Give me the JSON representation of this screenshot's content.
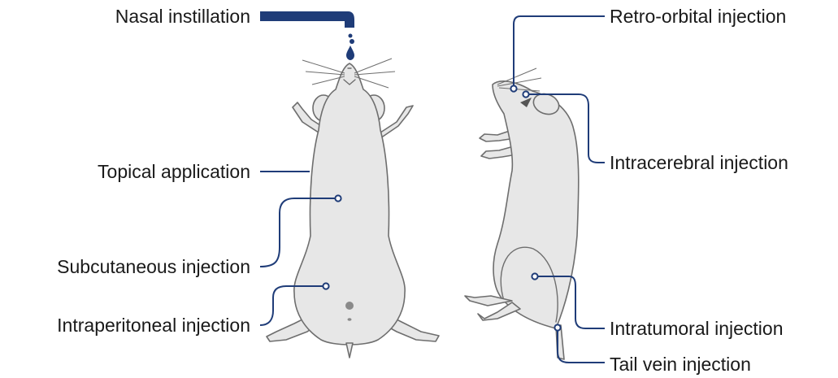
{
  "labels": {
    "nasal": "Nasal instillation",
    "topical": "Topical application",
    "subcutaneous": "Subcutaneous injection",
    "intraperitoneal": "Intraperitoneal injection",
    "retro_orbital": "Retro-orbital injection",
    "intracerebral": "Intracerebral injection",
    "intratumoral": "Intratumoral injection",
    "tail_vein": "Tail vein injection"
  },
  "colors": {
    "accent": "#1f3c78",
    "mouse_fill": "#e7e7e7",
    "mouse_outline": "#6e6e6e",
    "text": "#1a1a1a"
  },
  "icons": [
    "dropper-tube-icon",
    "water-drop-icon"
  ]
}
